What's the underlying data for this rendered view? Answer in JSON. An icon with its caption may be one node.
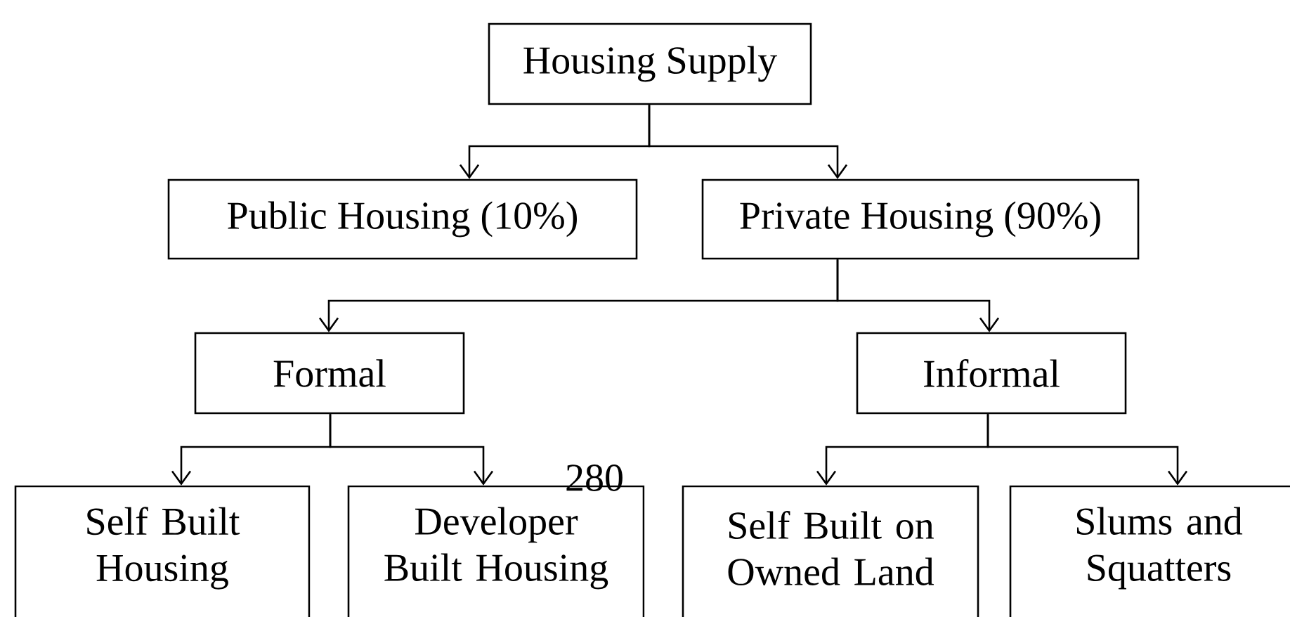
{
  "diagram": {
    "nodes": [
      {
        "text": [
          "Housing Supply"
        ]
      },
      {
        "text": [
          "Public Housing (10%)"
        ]
      },
      {
        "text": [
          "Private Housing (90%)"
        ]
      },
      {
        "text": [
          "Formal"
        ]
      },
      {
        "text": [
          "Informal"
        ]
      },
      {
        "text": [
          "Self Built Housing"
        ]
      },
      {
        "text": [
          "Developer Built Housing"
        ]
      },
      {
        "text": [
          "Self Built on Owned Land"
        ]
      },
      {
        "text": [
          "Slums and Squatters"
        ]
      }
    ],
    "edges": [
      {
        "from": 0,
        "to": 1,
        "arrow": "to"
      },
      {
        "from": 0,
        "to": 2,
        "arrow": "to"
      },
      {
        "from": 2,
        "to": 3,
        "arrow": "to"
      },
      {
        "from": 2,
        "to": 4,
        "arrow": "to"
      },
      {
        "from": 3,
        "to": 5,
        "arrow": "to"
      },
      {
        "from": 3,
        "to": 6,
        "arrow": "to"
      },
      {
        "from": 4,
        "to": 7,
        "arrow": "to"
      },
      {
        "from": 4,
        "to": 8,
        "arrow": "to"
      }
    ],
    "labels": [
      "280"
    ]
  }
}
